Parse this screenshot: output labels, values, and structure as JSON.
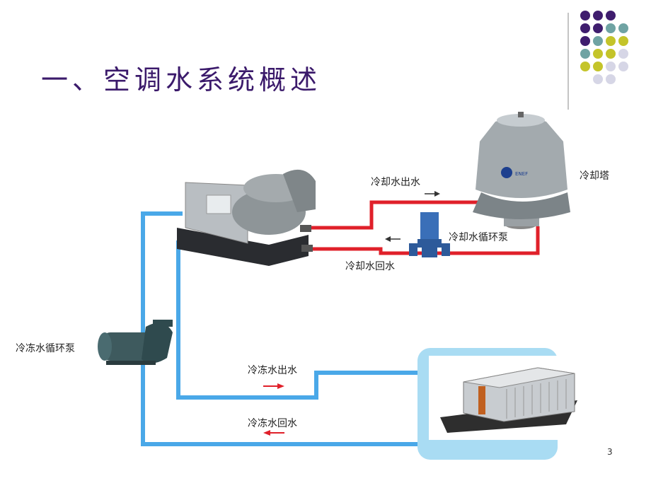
{
  "slide": {
    "title": "一、空调水系统概述",
    "page_number": "3"
  },
  "labels": {
    "cooling_water_out": "冷却水出水",
    "cooling_tower": "冷却塔",
    "cooling_pump": "冷却水循环泵",
    "cooling_water_return": "冷却水回水",
    "chilled_pump": "冷冻水循环泵",
    "chilled_water_out": "冷冻水出水",
    "chilled_water_return": "冷冻水回水"
  },
  "colors": {
    "title": "#3b1a6b",
    "cooling_pipe": "#e0202a",
    "chilled_pipe": "#4aa8e8",
    "arrow": "#e0202a",
    "dot_purple": "#3f1d6e",
    "dot_teal": "#6fa3a3",
    "dot_olive": "#c4c42a",
    "dot_lavender": "#d6d6e6"
  },
  "dot_grid": [
    [
      "purple",
      "purple",
      "purple",
      null
    ],
    [
      "purple",
      "purple",
      "teal",
      "teal"
    ],
    [
      "purple",
      "teal",
      "olive",
      "olive"
    ],
    [
      "teal",
      "olive",
      "olive",
      "lavender"
    ],
    [
      "olive",
      "olive",
      "lavender",
      "lavender"
    ],
    [
      null,
      "lavender",
      "lavender",
      null
    ]
  ]
}
